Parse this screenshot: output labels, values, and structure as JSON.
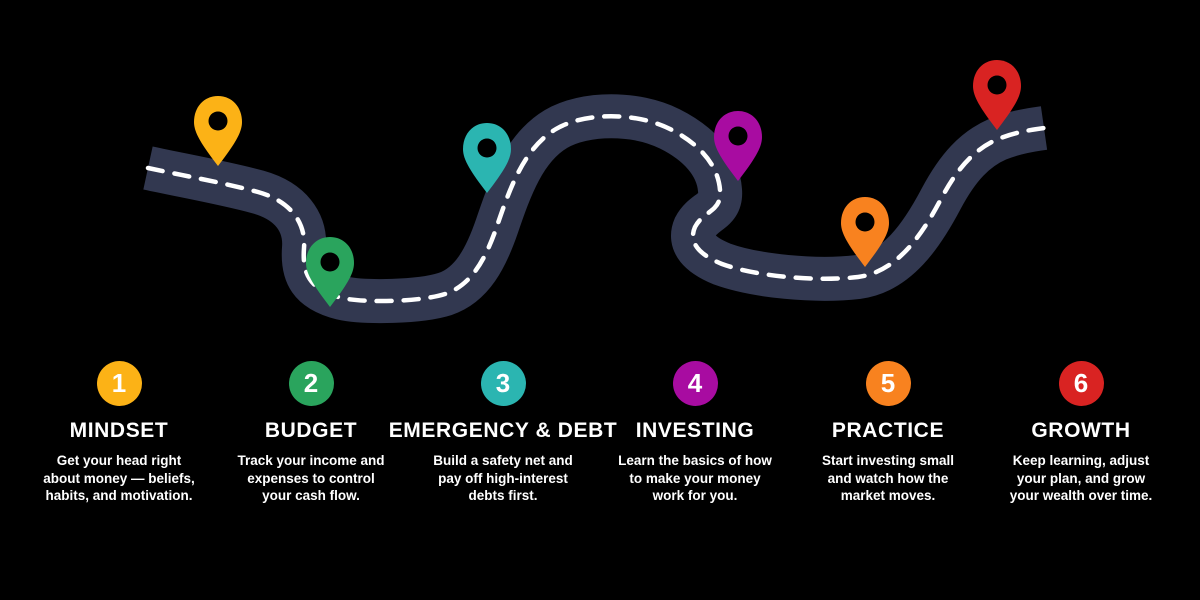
{
  "background_color": "#000000",
  "road": {
    "color": "#323850",
    "centerline_color": "#FFFFFF"
  },
  "steps": [
    {
      "number": "1",
      "title": "MINDSET",
      "description": "Get your head right\nabout money — beliefs,\nhabits, and motivation.",
      "color": "#FCB216"
    },
    {
      "number": "2",
      "title": "BUDGET",
      "description": "Track your income and\nexpenses to control\nyour cash flow.",
      "color": "#2AA45D"
    },
    {
      "number": "3",
      "title": "EMERGENCY & DEBT",
      "description": "Build a safety net and\npay off high-interest\ndebts first.",
      "color": "#2BB5B1"
    },
    {
      "number": "4",
      "title": "INVESTING",
      "description": "Learn the basics of how\nto make your money\nwork for you.",
      "color": "#A80CA1"
    },
    {
      "number": "5",
      "title": "PRACTICE",
      "description": "Start investing small\nand watch how the\nmarket moves.",
      "color": "#F8821F"
    },
    {
      "number": "6",
      "title": "GROWTH",
      "description": "Keep learning, adjust\nyour plan, and grow\nyour wealth over time.",
      "color": "#D92322"
    }
  ]
}
